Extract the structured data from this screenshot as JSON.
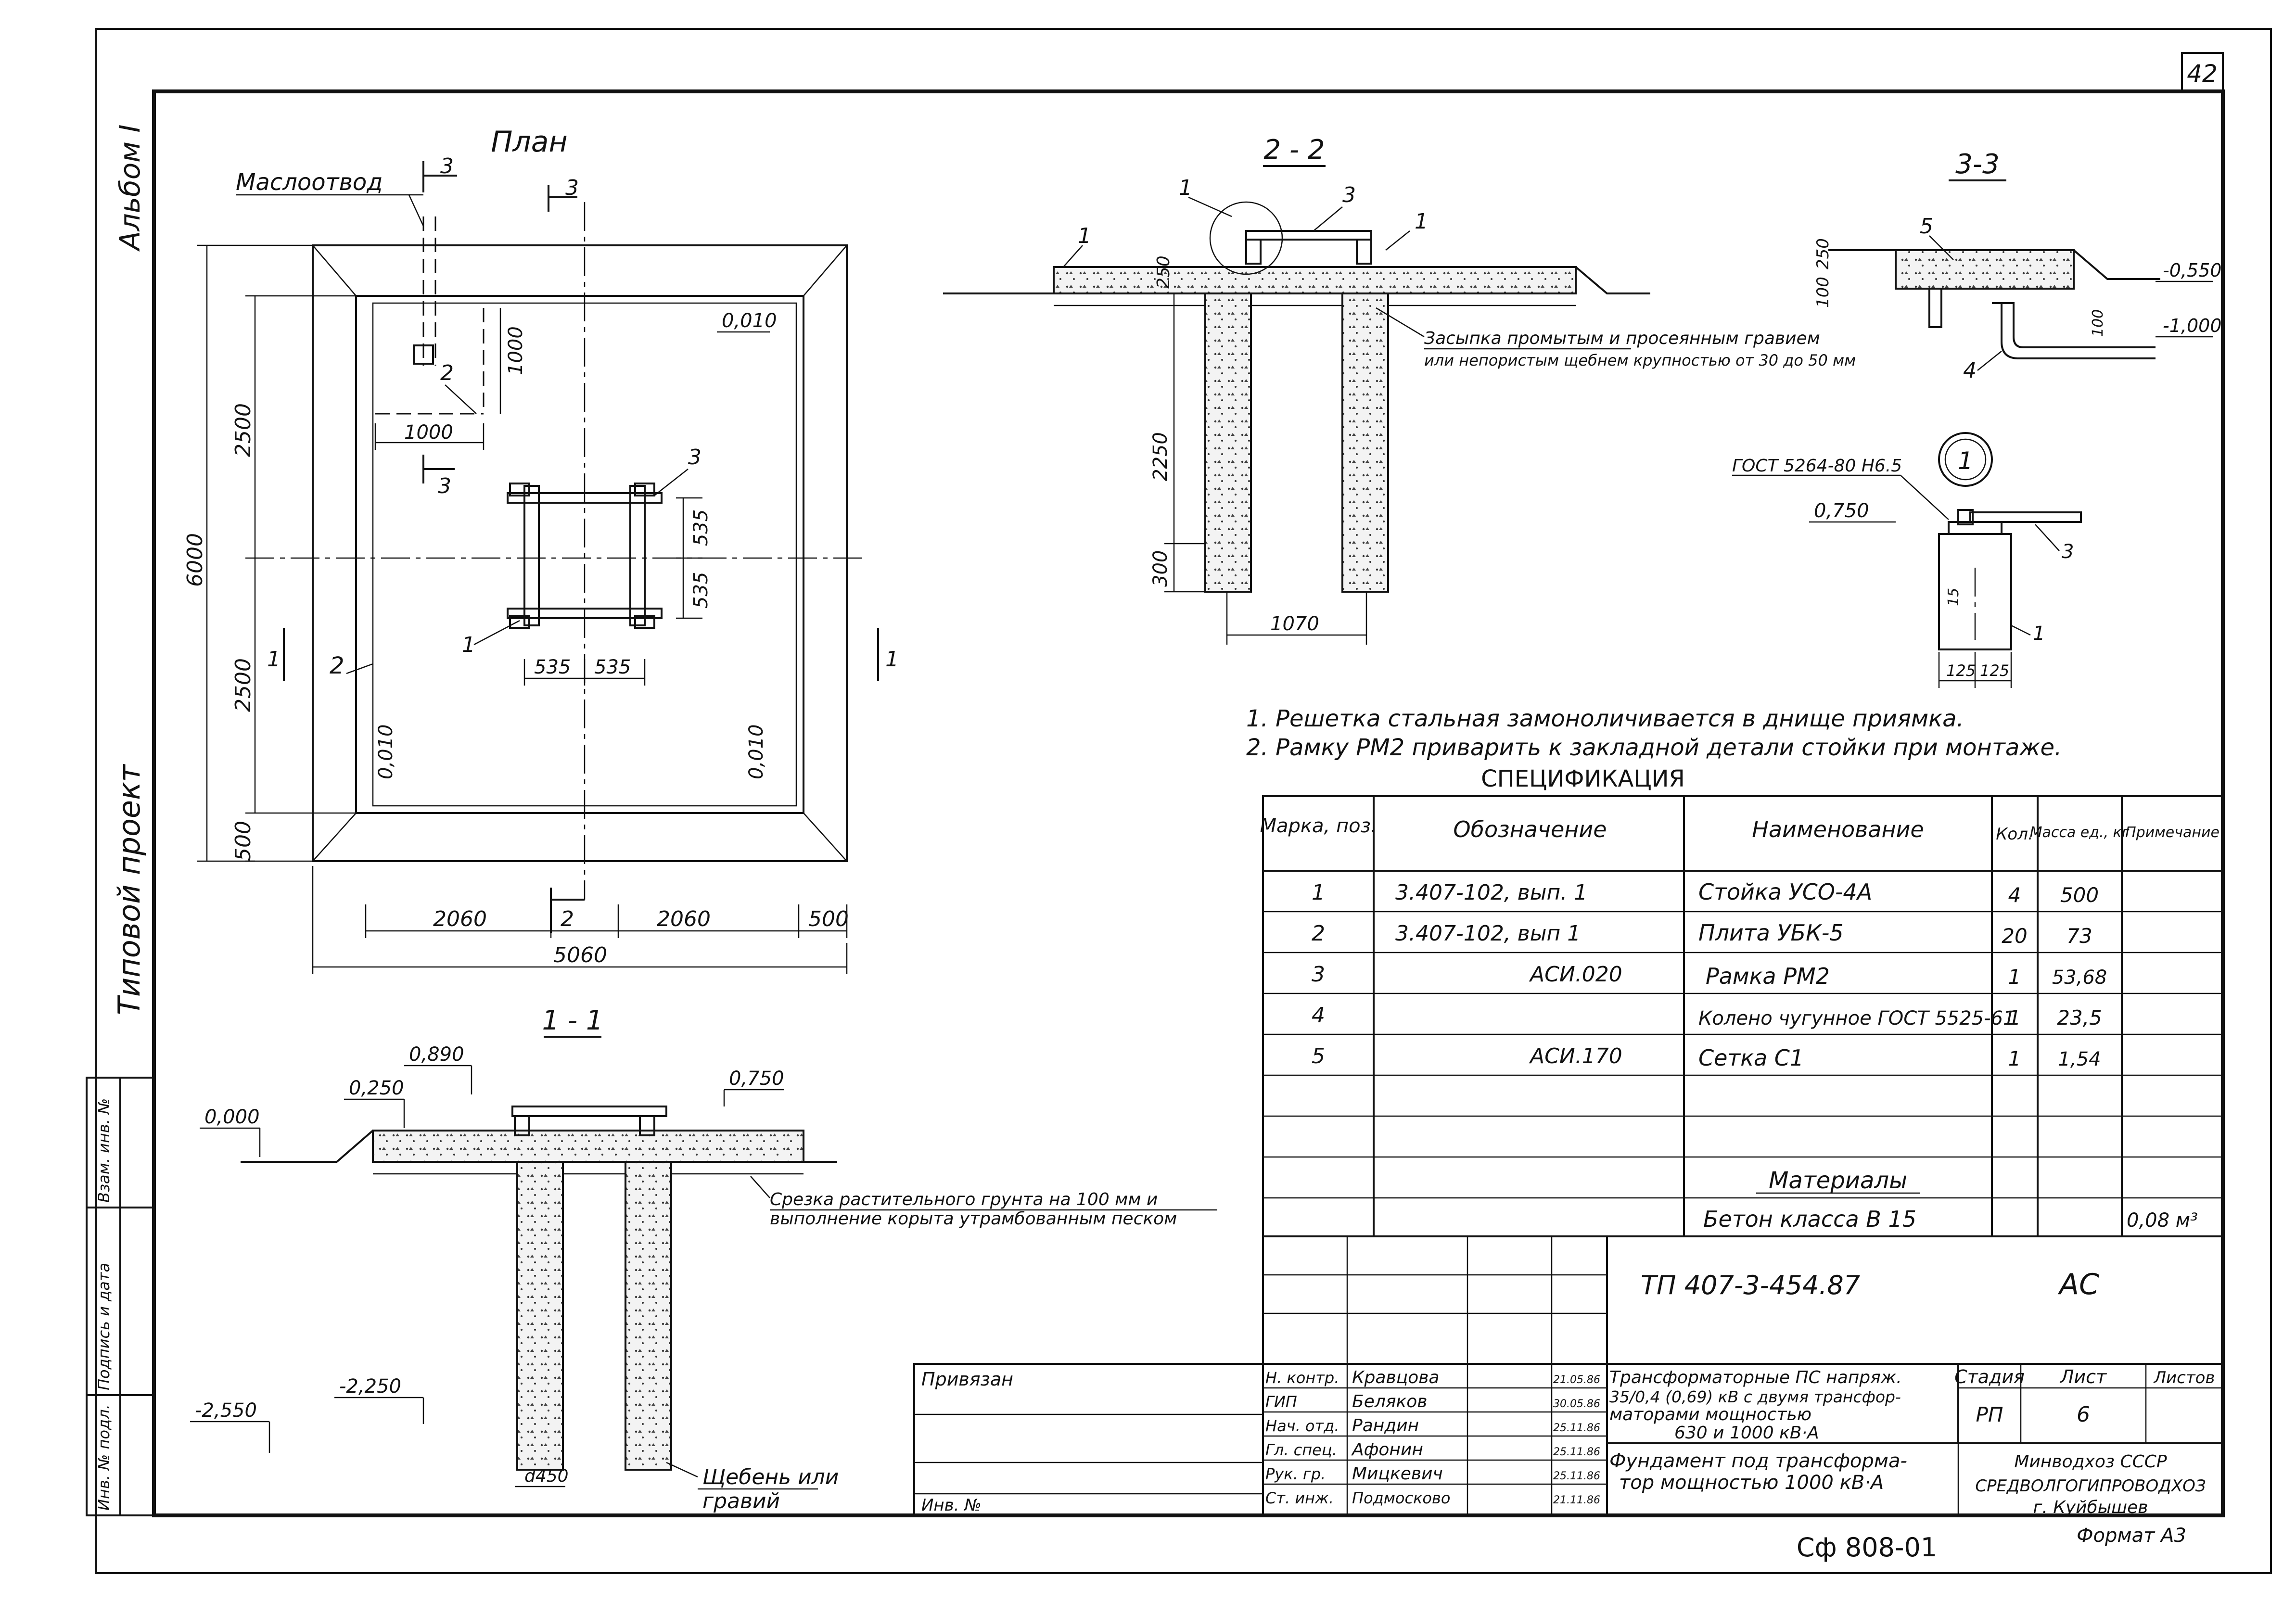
{
  "sheet_number": "42",
  "album": "Альбом I",
  "typical_project": "Типовой проект",
  "side_stamp": [
    "Инв. № подл.",
    "Подпись и дата",
    "Взам. инв. №"
  ],
  "plan": {
    "title": "План",
    "oil_drain": "Маслоотвод",
    "dims": [
      "1000",
      "1000",
      "2500",
      "2500",
      "500",
      "6000",
      "535",
      "535",
      "535",
      "535",
      "2060",
      "2060",
      "500",
      "5060"
    ],
    "slopes": [
      "0,010",
      "0,010",
      "0,010"
    ],
    "markers": [
      "1",
      "2",
      "3"
    ],
    "cuts": [
      "3",
      "3",
      "3",
      "1",
      "1",
      "2"
    ]
  },
  "section_2_2": {
    "title": "2 - 2",
    "dims": [
      "250",
      "2250",
      "300",
      "1070"
    ],
    "markers": [
      "1",
      "1",
      "1",
      "3"
    ],
    "note_line1": "Засыпка промытым и просеянным гравием",
    "note_line2": "или непористым щебнем крупностью от 30 до 50 мм"
  },
  "section_3_3": {
    "title": "3-3",
    "dims": [
      "100",
      "250",
      "100"
    ],
    "levels": [
      "-0,550",
      "-1,000"
    ],
    "markers": [
      "5",
      "4"
    ]
  },
  "detail_1": {
    "label": "1",
    "gost": "ГОСТ 5264-80 Н6.5",
    "level": "0,750",
    "dims": [
      "15",
      "125",
      "125"
    ],
    "markers": [
      "3",
      "1"
    ]
  },
  "section_1_1": {
    "title": "1 - 1",
    "levels": [
      "0,890",
      "0,250",
      "0,750",
      "0,000",
      "-2,250",
      "-2,550"
    ],
    "dim": "d450",
    "note_line1": "Срезка растительного грунта на 100 мм и",
    "note_line2": "выполнение корыта утрамбованным песком",
    "note_gravel1": "Щебень или",
    "note_gravel2": "гравий"
  },
  "notes": [
    "1. Решетка стальная замоноличивается в днище приямка.",
    "2. Рамку РМ2 приварить к закладной детали стойки при монтаже."
  ],
  "spec": {
    "title": "СПЕЦИФИКАЦИЯ",
    "headers": [
      "Марка, поз.",
      "Обозначение",
      "Наименование",
      "Кол.",
      "Масса ед., кг",
      "Примечание"
    ],
    "rows": [
      [
        "1",
        "3.407-102, вып. 1",
        "Стойка УСО-4А",
        "4",
        "500",
        ""
      ],
      [
        "2",
        "3.407-102, вып 1",
        "Плита УБК-5",
        "20",
        "73",
        ""
      ],
      [
        "3",
        "АСИ.020",
        "Рамка РМ2",
        "1",
        "53,68",
        ""
      ],
      [
        "4",
        "",
        "Колено чугунное ГОСТ 5525-61",
        "1",
        "23,5",
        ""
      ],
      [
        "5",
        "АСИ.170",
        "Сетка С1",
        "1",
        "1,54",
        ""
      ]
    ],
    "materials_title": "Материалы",
    "material_row": [
      "Бетон класса В 15",
      "0,08 м³"
    ]
  },
  "title_block": {
    "code": "ТП 407-3-454.87",
    "mark": "АС",
    "bound": "Привязан",
    "inv": "Инв. №",
    "roles": [
      "Н. контр.",
      "ГИП",
      "Нач. отд.",
      "Гл. спец.",
      "Рук. гр.",
      "Ст. инж."
    ],
    "names": [
      "Кравцова",
      "Беляков",
      "Рандин",
      "Афонин",
      "Мицкевич",
      "Подмосково"
    ],
    "dates": [
      "21.05.86",
      "30.05.86",
      "25.11.86",
      "25.11.86",
      "25.11.86",
      "21.11.86"
    ],
    "desc_line1": "Трансформаторные ПС напряж.",
    "desc_line2": "35/0,4 (0,69) кВ с двумя трансфор-",
    "desc_line3": "маторами мощностью",
    "desc_line4": "630 и 1000 кВ·А",
    "title_line1": "Фундамент под трансформа-",
    "title_line2": "тор мощностью 1000 кВ·А",
    "stage_h": "Стадия",
    "sheet_h": "Лист",
    "sheets_h": "Листов",
    "stage": "РП",
    "sheet": "6",
    "org1": "Минводхоз СССР",
    "org2": "СРЕДВОЛГОГИПРОВОДХОЗ",
    "org3": "г. Куйбышев",
    "format": "Формат А3",
    "archive": "Сф 808-01"
  }
}
